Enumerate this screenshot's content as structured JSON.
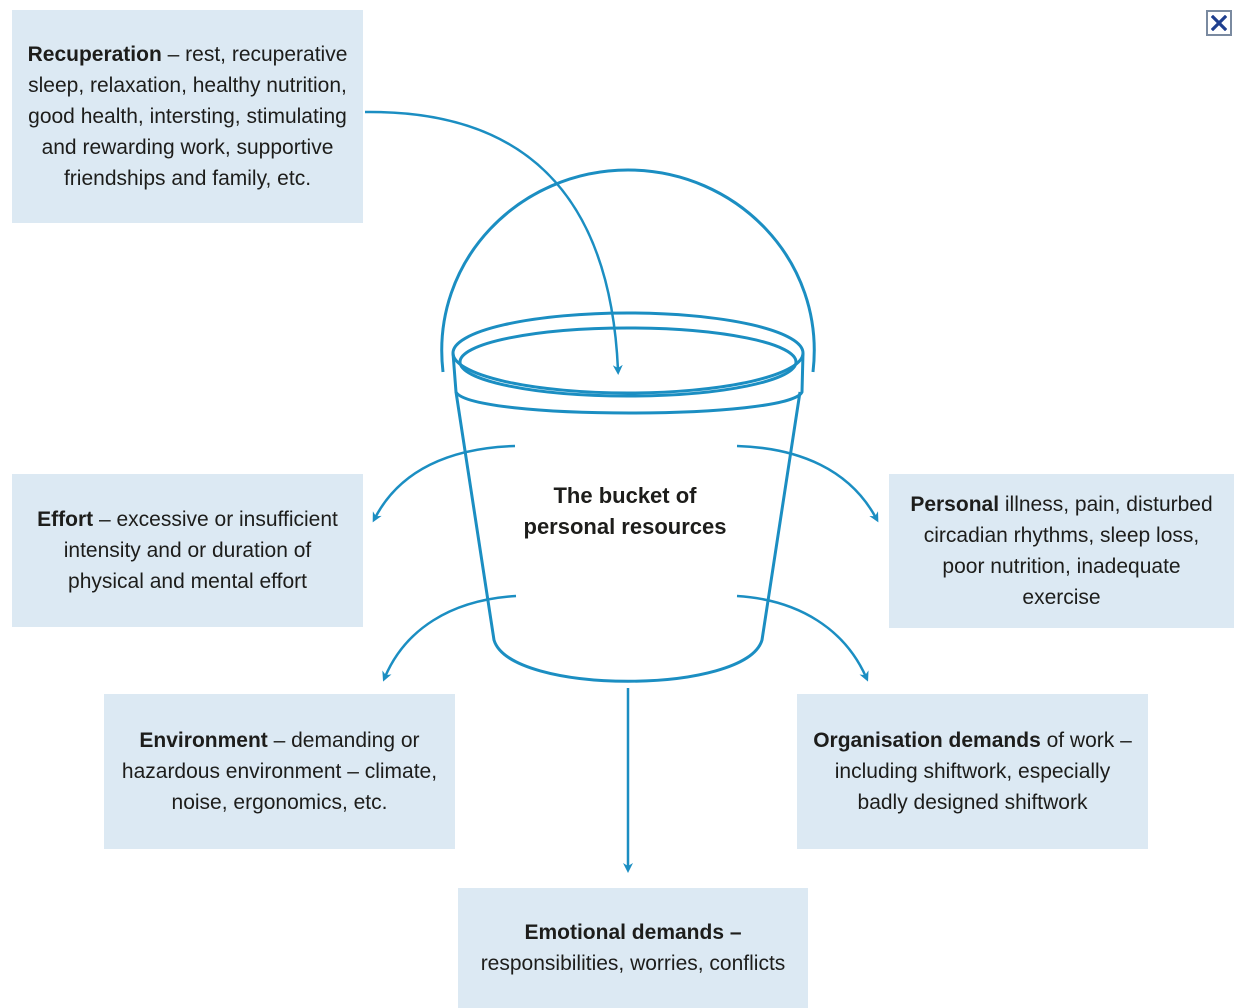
{
  "colors": {
    "accent": "#1b8ec2",
    "box_fill": "#dce9f3",
    "close_x": "#1f3f8f"
  },
  "diagram": {
    "bucket_label": "The bucket of personal resources",
    "close_icon": "close-icon",
    "boxes": {
      "recuperation": {
        "lead": "Recuperation",
        "text": " – rest, recuperative sleep, relaxation, healthy nutrition, good health, intersting, stimulating and rewarding work, supportive friendships and family, etc."
      },
      "effort": {
        "lead": "Effort",
        "text": " – excessive or insufficient intensity and or duration of physical and mental effort"
      },
      "personal": {
        "lead": "Personal",
        "text": " illness, pain, disturbed circadian rhythms, sleep loss, poor nutrition, inadequate exercise"
      },
      "environment": {
        "lead": "Environment",
        "text": " – demanding or hazardous environment – climate, noise, ergonomics, etc."
      },
      "organisation": {
        "lead": "Organisation demands",
        "text": " of work – including shiftwork, especially badly designed shiftwork"
      },
      "emotional": {
        "lead": "Emotional demands –",
        "text": " responsibilities, worries, conflicts"
      }
    }
  }
}
